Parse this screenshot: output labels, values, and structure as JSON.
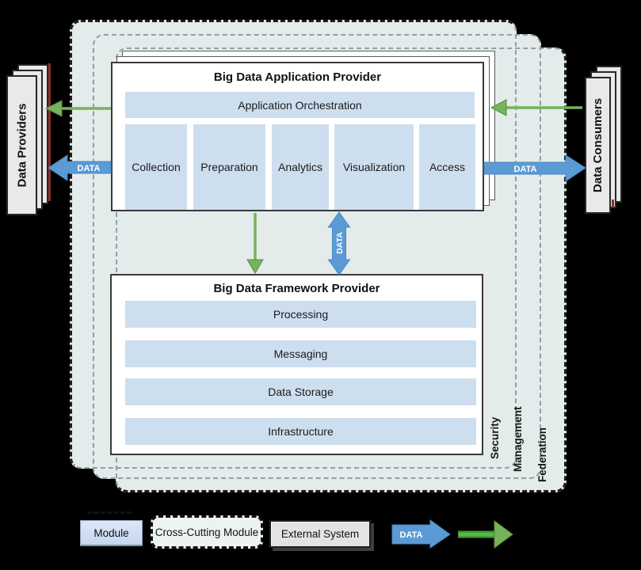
{
  "diagram": {
    "data_label": "DATA",
    "providers_label": "Data Providers",
    "consumers_label": "Data Consumers",
    "application_provider": {
      "title": "Big Data Application Provider",
      "orchestration": "Application Orchestration",
      "modules": [
        "Collection",
        "Preparation",
        "Analytics",
        "Visualization",
        "Access"
      ]
    },
    "framework_provider": {
      "title": "Big Data Framework Provider",
      "layers": [
        "Processing",
        "Messaging",
        "Data Storage",
        "Infrastructure"
      ]
    },
    "fabrics": {
      "security": "Security",
      "management": "Management",
      "federation": "Federation"
    }
  },
  "legend": {
    "module": "Module",
    "cross_cutting": "Cross-Cutting Module",
    "external_system": "External System",
    "data_arrow": "DATA"
  },
  "colors": {
    "background": "#000000",
    "fabric_fill": "#e3ebeb",
    "module_fill": "#cddeef",
    "arrow_blue": "#5b9bd5",
    "arrow_green": "#76b35a",
    "dash_black": "#1c1c1c",
    "dash_gray": "#8fa0a0"
  }
}
